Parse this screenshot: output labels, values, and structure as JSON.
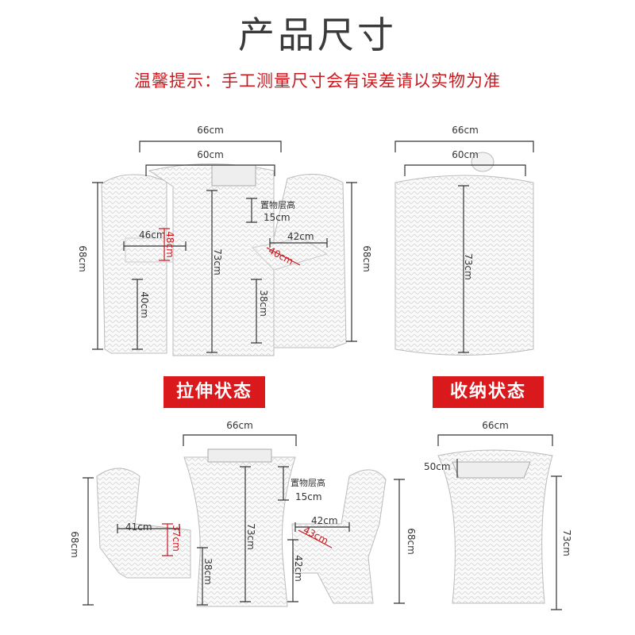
{
  "header": {
    "title": "产品尺寸",
    "notice": "温馨提示：手工测量尺寸会有误差请以实物为准"
  },
  "labels": {
    "expanded_state": "拉伸状态",
    "collapsed_state": "收纳状态"
  },
  "top_left": {
    "outer_width": "66cm",
    "inner_width": "60cm",
    "left_height": "68cm",
    "right_height": "68cm",
    "table_height": "73cm",
    "shelf_note_line1": "置物层高",
    "shelf_note_line2": "15cm",
    "seat_width_left": "46cm",
    "seat_depth_left": "48cm",
    "seat_width_right": "42cm",
    "seat_depth_right": "40cm",
    "seat_height_left": "40cm",
    "seat_height_right": "38cm"
  },
  "top_right": {
    "outer_width": "66cm",
    "inner_width": "60cm",
    "height": "73cm"
  },
  "bottom_left": {
    "top_width": "66cm",
    "left_height": "68cm",
    "right_height": "68cm",
    "table_height": "73cm",
    "shelf_note_line1": "置物层高",
    "shelf_note_line2": "15cm",
    "seat_width_left": "41cm",
    "seat_depth_left": "37cm",
    "seat_width_right": "42cm",
    "seat_depth_right": "43cm",
    "seat_height_left": "38cm",
    "seat_height_right": "42cm"
  },
  "bottom_right": {
    "top_width": "66cm",
    "tray_size": "50cm",
    "height": "73cm"
  },
  "colors": {
    "accent_red": "#d9191c",
    "line": "#333333",
    "red_text": "#c9191e"
  }
}
